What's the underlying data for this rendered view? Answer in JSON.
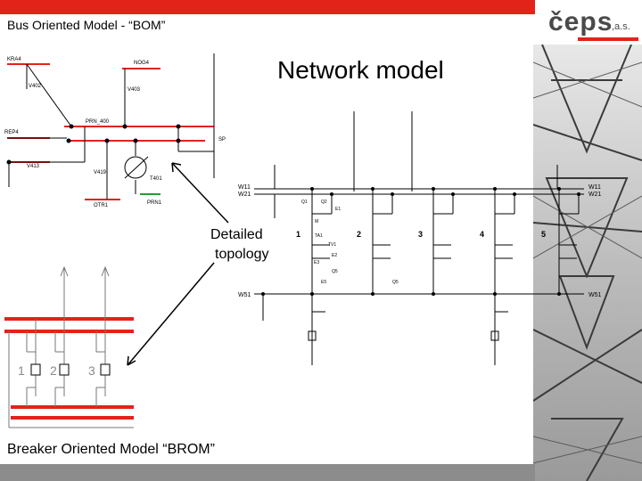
{
  "slide": {
    "title": "Bus Oriented Model - “BOM”",
    "heading": "Network model",
    "detailed_label_1": "Detailed",
    "detailed_label_2": "topology",
    "brom_label": "Breaker  Oriented Model “BROM”"
  },
  "logo": {
    "text": "čeps",
    "suffix": ",a.s."
  },
  "bom_diagram": {
    "labels": [
      "KRA4",
      "NOG4",
      "V402",
      "V403",
      "PRN_400",
      "REP4",
      "SP",
      "V413",
      "V419",
      "T401",
      "OTR1",
      "PRN1"
    ]
  },
  "detail_diagram": {
    "bus_labels_left": [
      "W11",
      "W21",
      "W51"
    ],
    "bus_labels_right": [
      "W11",
      "W21",
      "W51"
    ],
    "bay_numbers": [
      "1",
      "2",
      "3",
      "4",
      "5"
    ],
    "device_labels": [
      "Q1",
      "Q2",
      "E1",
      "M",
      "TA1",
      "TV1",
      "E2",
      "E3",
      "Q5",
      "E5",
      "Q5"
    ]
  },
  "brom_diagram": {
    "bay_numbers": [
      "1",
      "2",
      "3"
    ]
  },
  "colors": {
    "accent": "#e2231a",
    "line_dark": "#000000",
    "bus_green": "#2a9a2a"
  }
}
